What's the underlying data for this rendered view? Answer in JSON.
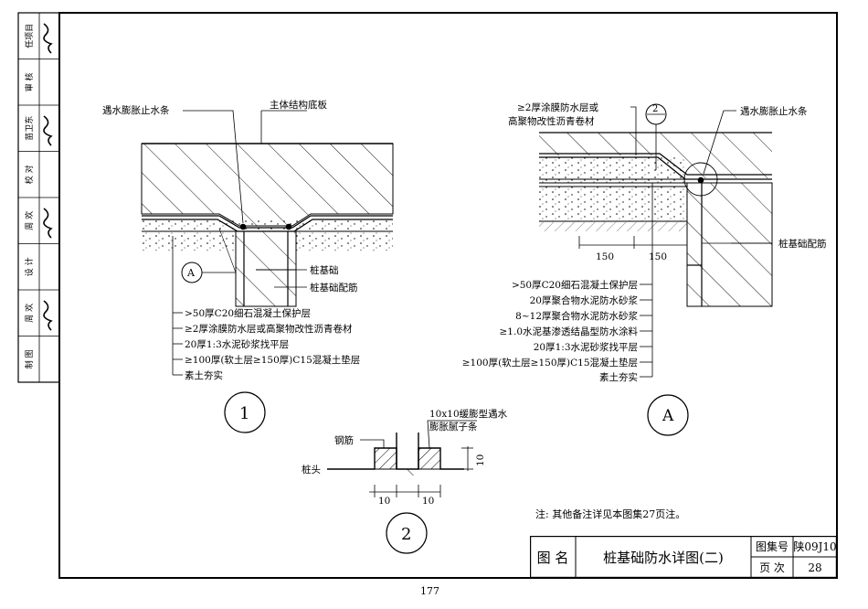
{
  "sidebar": {
    "items": [
      {
        "role": "任项目",
        "sign": "签"
      },
      {
        "role": "审 核",
        "sign": ""
      },
      {
        "role": "苗卫东",
        "sign": "签"
      },
      {
        "role": "校 对",
        "sign": ""
      },
      {
        "role": "周 欢",
        "sign": "签"
      },
      {
        "role": "设 计",
        "sign": ""
      },
      {
        "role": "周 欢",
        "sign": "签"
      },
      {
        "role": "制 图",
        "sign": ""
      }
    ]
  },
  "detail1": {
    "label_top_left": "遇水膨胀止水条",
    "label_top_right": "主体结构底板",
    "label_pile": "桩基础",
    "label_rebar": "桩基础配筋",
    "marker_a": "A",
    "layers": [
      ">50厚C20细石混凝土保护层",
      "≥2厚涂膜防水层或高聚物改性沥青卷材",
      "20厚1:3水泥砂浆找平层",
      "≥100厚(软土层≥150厚)C15混凝土垫层",
      "素土夯实"
    ],
    "number": "1"
  },
  "detailA": {
    "label_coat_1": "≥2厚涂膜防水层或",
    "label_coat_2": "高聚物改性沥青卷材",
    "marker_2": "2",
    "label_strip": "遇水膨胀止水条",
    "label_rebar": "桩基础配筋",
    "dim1": "150",
    "dim2": "150",
    "layers": [
      ">50厚C20细石混凝土保护层",
      "20厚聚合物水泥防水砂浆",
      "8~12厚聚合物水泥防水砂浆",
      "≥1.0水泥基渗透结晶型防水涂料",
      "20厚1:3水泥砂浆找平层",
      "≥100厚(软土层≥150厚)C15混凝土垫层",
      "素土夯实"
    ],
    "number": "A"
  },
  "detail2": {
    "label_putty_1": "10x10缓膨型遇水",
    "label_putty_2": "膨胀腻子条",
    "label_rebar": "钢筋",
    "label_pile_head": "桩头",
    "dim_h": "10",
    "dim_w1": "10",
    "dim_w2": "10",
    "number": "2"
  },
  "note": "注: 其他备注详见本图集27页注。",
  "titleblock": {
    "name_label": "图 名",
    "drawing_title": "桩基础防水详图(二)",
    "atlas_label": "图集号",
    "atlas_no": "陕09J10",
    "page_label": "页 次",
    "page_no": "28"
  },
  "page_number": "177"
}
